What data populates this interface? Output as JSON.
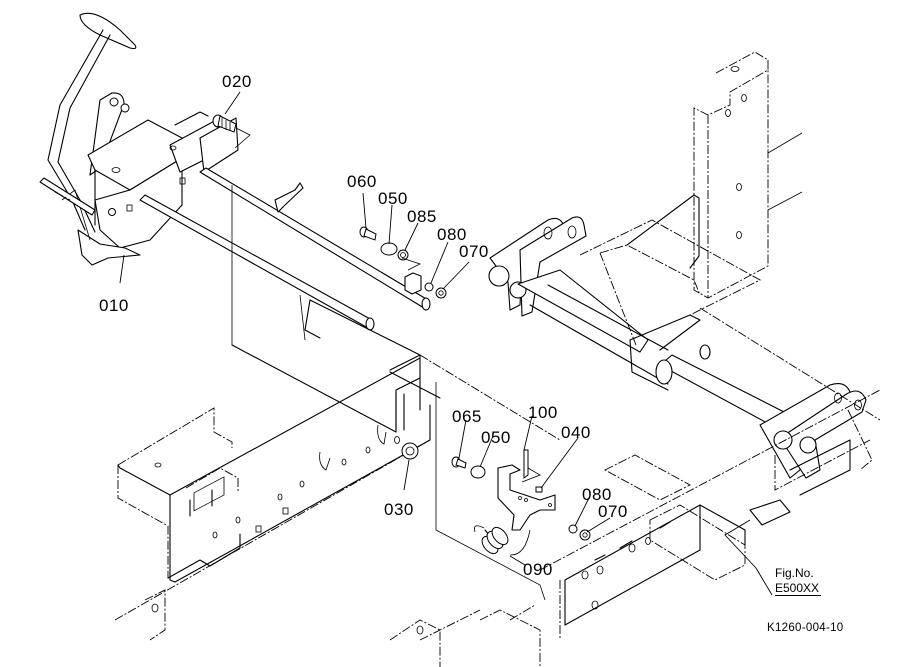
{
  "diagram": {
    "type": "exploded parts diagram",
    "subject": "pedal linkage and frame assembly",
    "part_labels": [
      {
        "id": "010",
        "text": "010"
      },
      {
        "id": "020",
        "text": "020"
      },
      {
        "id": "030",
        "text": "030"
      },
      {
        "id": "040",
        "text": "040"
      },
      {
        "id": "050a",
        "text": "050"
      },
      {
        "id": "050b",
        "text": "050"
      },
      {
        "id": "060",
        "text": "060"
      },
      {
        "id": "065",
        "text": "065"
      },
      {
        "id": "070a",
        "text": "070"
      },
      {
        "id": "070b",
        "text": "070"
      },
      {
        "id": "080a",
        "text": "080"
      },
      {
        "id": "080b",
        "text": "080"
      },
      {
        "id": "085",
        "text": "085"
      },
      {
        "id": "090",
        "text": "090"
      },
      {
        "id": "100",
        "text": "100"
      }
    ],
    "figure": {
      "label": "Fig.No.",
      "number": "E500XX"
    },
    "drawing_code": "K1260-004-10"
  }
}
